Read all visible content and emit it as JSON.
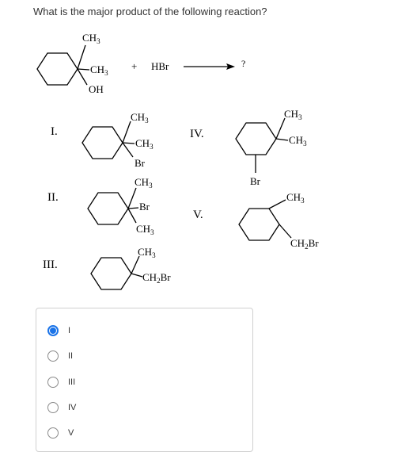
{
  "question": "What is the major product of the following reaction?",
  "reaction": {
    "reactant": {
      "ch3_top": "CH3",
      "ch3_right": "CH3",
      "oh": "OH"
    },
    "plus": "+",
    "reagent": "HBr",
    "product": "?"
  },
  "structures": [
    {
      "numeral": "I.",
      "labels": [
        "CH3",
        "CH3",
        "Br"
      ]
    },
    {
      "numeral": "II.",
      "labels": [
        "CH3",
        "Br",
        "CH3"
      ]
    },
    {
      "numeral": "III.",
      "labels": [
        "CH3",
        "CH2Br"
      ]
    },
    {
      "numeral": "IV.",
      "labels": [
        "CH3",
        "CH3",
        "Br"
      ]
    },
    {
      "numeral": "V.",
      "labels": [
        "CH3",
        "CH2Br"
      ]
    }
  ],
  "options": [
    {
      "label": "I",
      "selected": true
    },
    {
      "label": "II",
      "selected": false
    },
    {
      "label": "III",
      "selected": false
    },
    {
      "label": "IV",
      "selected": false
    },
    {
      "label": "V",
      "selected": false
    }
  ],
  "colors": {
    "accent": "#1a73e8",
    "border": "#d0d0d0",
    "text": "#333333"
  }
}
